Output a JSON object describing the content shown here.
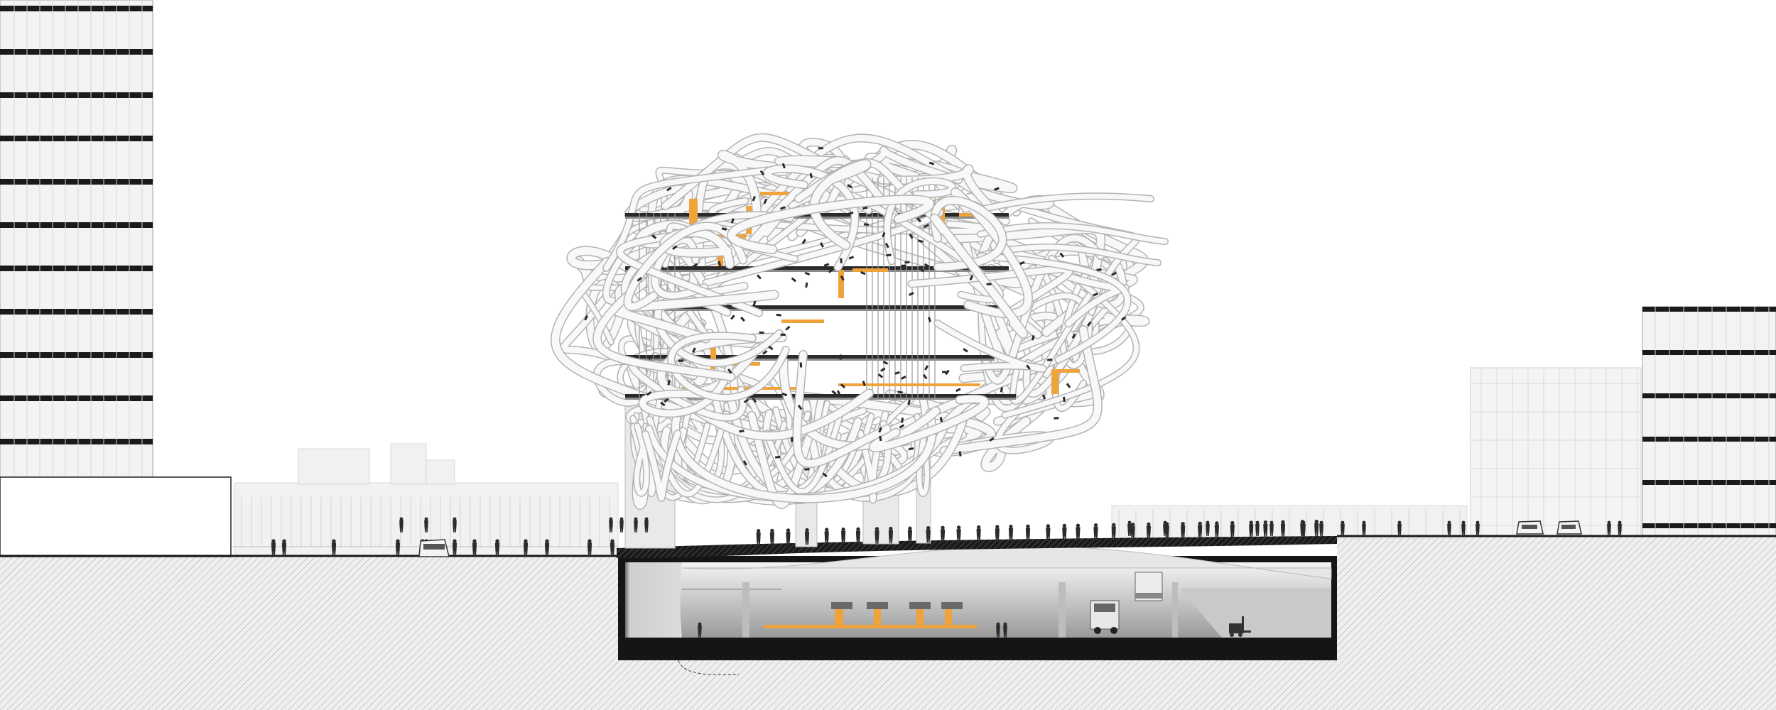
{
  "drawing": {
    "type": "architectural-section",
    "colors": {
      "background": "#ffffff",
      "ground_fill": "#efefef",
      "ground_hatch": "#9a9a9a",
      "cut_black": "#141414",
      "building_fill": "#f2f2f2",
      "building_line": "#c9c9c9",
      "tube_stroke": "#bfbfbf",
      "tube_fill": "#f7f7f7",
      "accent_orange": "#f0a33a",
      "human_figure": "#2b2b2b",
      "basement_gradient_top": "#e8e8e8",
      "basement_gradient_bottom": "#9c9c9c"
    },
    "elements": [
      "tall-building-left",
      "low-building-left",
      "background-buildings",
      "tube-cluster-tower",
      "support-columns",
      "street-level",
      "pedestrians",
      "vehicles",
      "underground-service-level",
      "delivery-trucks",
      "forklift",
      "mid-rise-building-right",
      "tall-building-right",
      "ground-section-hatch"
    ]
  }
}
